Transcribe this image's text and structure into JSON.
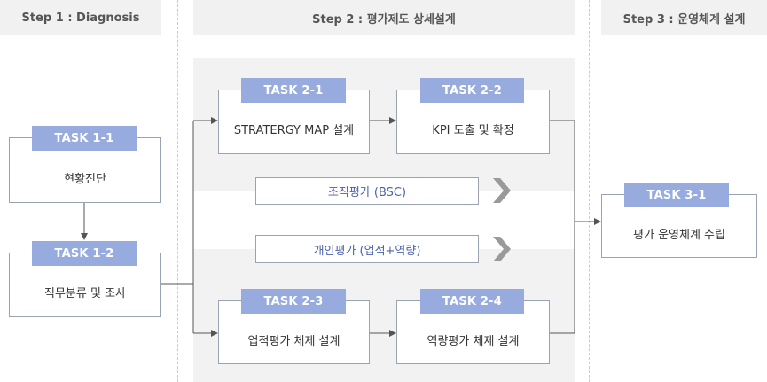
{
  "steps": [
    {
      "title": "Step 1 : Diagnosis"
    },
    {
      "title": "Step 2 : 평가제도 상세설계"
    },
    {
      "title": "Step 3 : 운영체계 설계"
    }
  ],
  "tasks": {
    "t1_1": {
      "tab": "TASK 1-1",
      "label": "현황진단"
    },
    "t1_2": {
      "tab": "TASK 1-2",
      "label": "직무분류 및 조사"
    },
    "t2_1": {
      "tab": "TASK 2-1",
      "label": "STRATERGY MAP 설계"
    },
    "t2_2": {
      "tab": "TASK 2-2",
      "label": "KPI 도출 및 확정"
    },
    "t2_3": {
      "tab": "TASK 2-3",
      "label": "업적평가 체제 설계"
    },
    "t2_4": {
      "tab": "TASK 2-4",
      "label": "역량평가 체제 설계"
    },
    "t3_1": {
      "tab": "TASK 3-1",
      "label": "평가 운영체계 수립"
    }
  },
  "evaluations": {
    "org": "조직평가 (BSC)",
    "individual": "개인평가 (업적+역량)"
  },
  "colors": {
    "tab": "#97abde",
    "border": "#9aa3b4",
    "sub_text": "#4a62ac",
    "panel": "#f2f2f2",
    "header": "#f1f1f1",
    "chevron": "#9a9a9a"
  }
}
